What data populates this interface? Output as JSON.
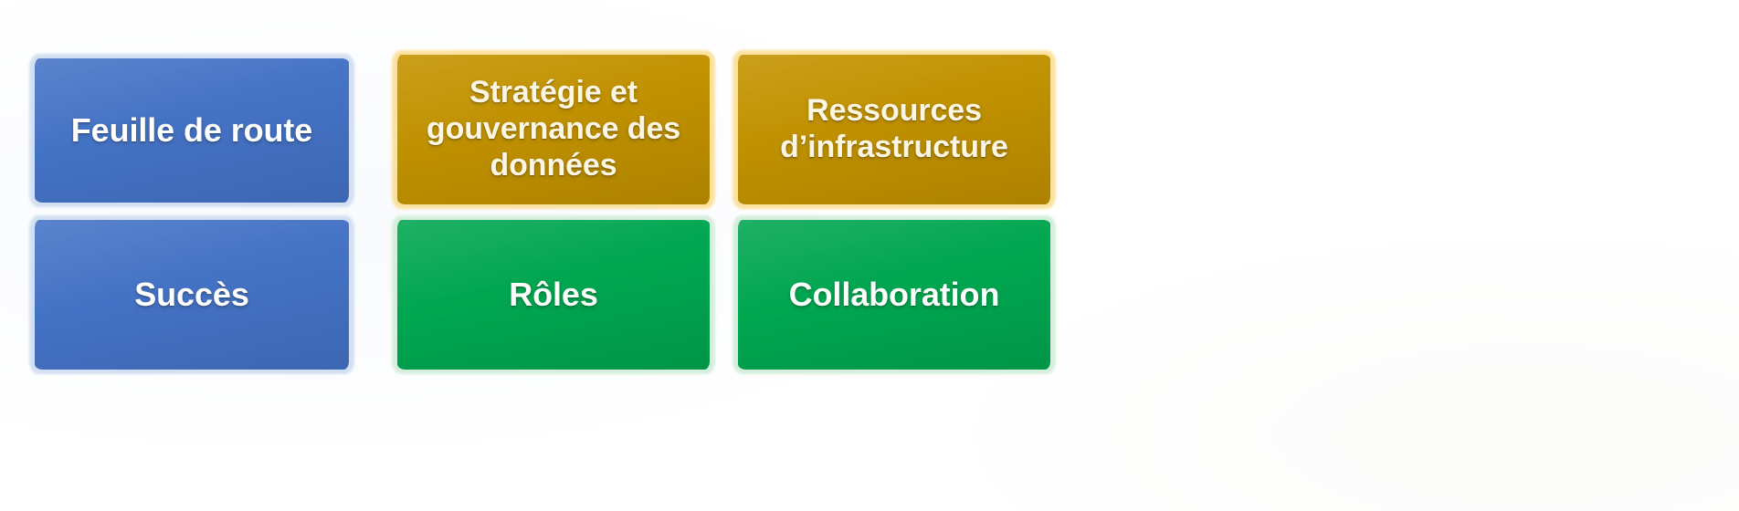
{
  "diagram": {
    "title": "",
    "background_color": "#ffffff",
    "layout": "2 rows x 3 columns grid of rounded boxes",
    "palette": {
      "blue_fill": "#4472C4",
      "blue_border": "#D3E0F2",
      "gold_fill": "#BF9000",
      "gold_border": "#FBE2A0",
      "green_fill": "#00A650",
      "green_border": "#D6EFDD",
      "text_on_blue": "#FFFFFF",
      "text_on_gold": "#FDF6E3",
      "text_on_green": "#FBFFFC"
    },
    "boxes": [
      {
        "id": "feuille-de-route",
        "label": "Feuille de route",
        "color_name": "blue",
        "row": 1,
        "column": 1
      },
      {
        "id": "strategie-gouvernance-donnees",
        "label": "Stratégie et gouvernance des données",
        "color_name": "gold",
        "row": 1,
        "column": 2
      },
      {
        "id": "ressources-infrastructure",
        "label": "Ressources d’infrastructure",
        "color_name": "gold",
        "row": 1,
        "column": 3
      },
      {
        "id": "succes",
        "label": "Succès",
        "color_name": "blue",
        "row": 2,
        "column": 1
      },
      {
        "id": "roles",
        "label": "Rôles",
        "color_name": "green",
        "row": 2,
        "column": 2
      },
      {
        "id": "collaboration",
        "label": "Collaboration",
        "color_name": "green",
        "row": 2,
        "column": 3
      }
    ]
  }
}
